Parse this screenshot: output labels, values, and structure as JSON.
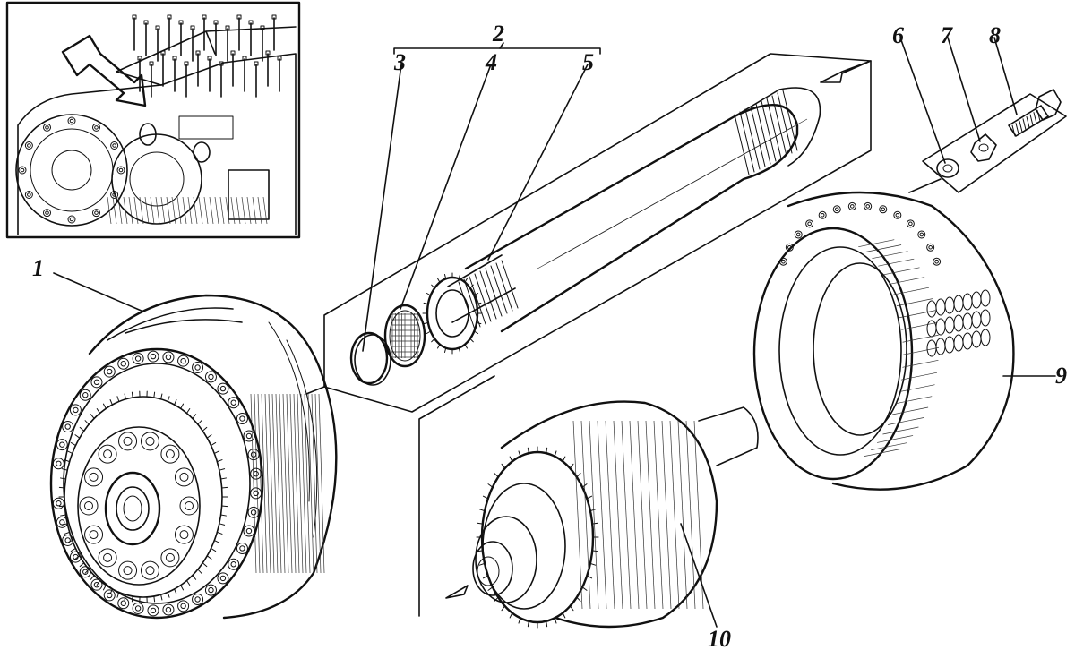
{
  "callouts": {
    "c1": "1",
    "c2": "2",
    "c3": "3",
    "c4": "4",
    "c5": "5",
    "c6": "6",
    "c7": "7",
    "c8": "8",
    "c9": "9",
    "c10": "10"
  },
  "icons": {
    "inset_pointer": "arrow-pointer-icon",
    "assembly_arrow": "direction-arrow-icon"
  },
  "colors": {
    "ink": "#111111",
    "paper": "#ffffff"
  }
}
